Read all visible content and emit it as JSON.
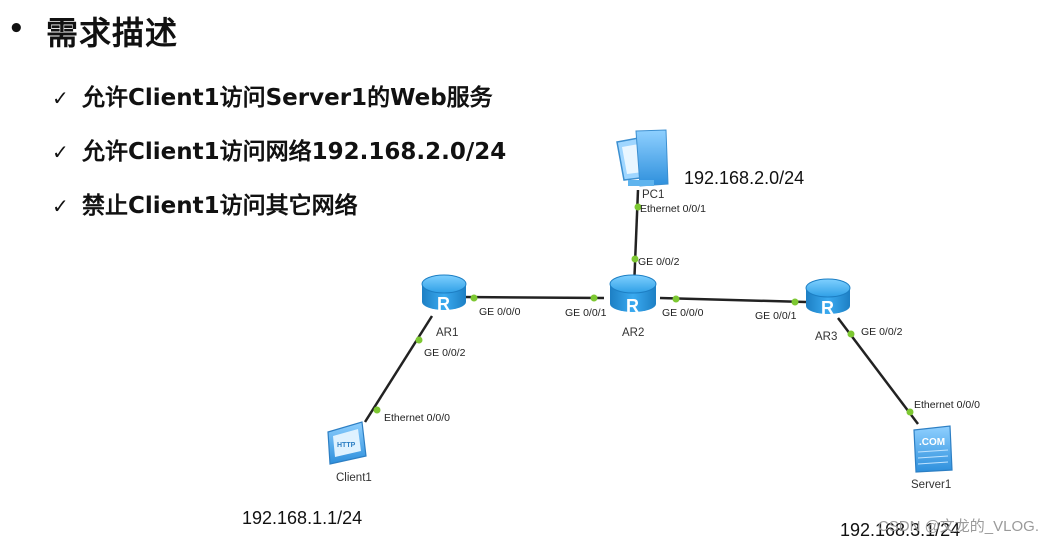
{
  "heading": {
    "bullet": "•",
    "title": "需求描述"
  },
  "requirements": [
    {
      "check": "✓",
      "text": "允许Client1访问Server1的Web服务"
    },
    {
      "check": "✓",
      "text": "允许Client1访问网络192.168.2.0/24"
    },
    {
      "check": "✓",
      "text": "禁止Client1访问其它网络"
    }
  ],
  "devices": {
    "pc1": "PC1",
    "ar1": "AR1",
    "ar2": "AR2",
    "ar3": "AR3",
    "client1": "Client1",
    "server1": "Server1"
  },
  "ports": {
    "pc1_eth": "Ethernet 0/0/1",
    "ar2_ge002": "GE 0/0/2",
    "ar1_ge000": "GE 0/0/0",
    "ar2_ge001": "GE 0/0/1",
    "ar2_ge000": "GE 0/0/0",
    "ar3_ge001": "GE 0/0/1",
    "ar1_ge002": "GE 0/0/2",
    "ar3_ge002": "GE 0/0/2",
    "client1_eth": "Ethernet 0/0/0",
    "server1_eth": "Ethernet 0/0/0"
  },
  "networks": {
    "pc1_net": "192.168.2.0/24",
    "client1_net": "192.168.1.1/24",
    "server1_net": "192.168.3.1/24"
  },
  "icons": {
    "server_badge": ".COM",
    "client_badge": "HTTP"
  },
  "watermark": "CSDN @文龙的_VLOG.",
  "colors": {
    "router_blue": "#2f9fe6",
    "port_dot": "#7dc832",
    "link": "#222222"
  }
}
